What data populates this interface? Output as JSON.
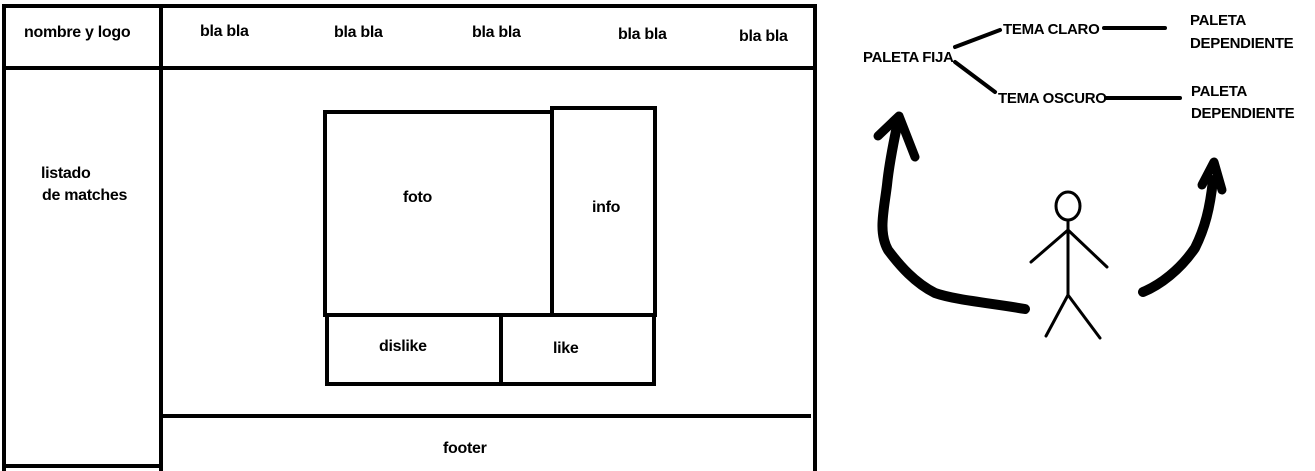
{
  "wireframe": {
    "logo_area": "nombre y logo",
    "nav_items": [
      "bla bla",
      "bla bla",
      "bla bla",
      "bla bla",
      "bla bla"
    ],
    "sidebar_label_line1": "listado",
    "sidebar_label_line2": "de matches",
    "photo_label": "foto",
    "info_label": "info",
    "dislike_label": "dislike",
    "like_label": "like",
    "footer_label": "footer"
  },
  "palette_diagram": {
    "root": "PALETA FIJA",
    "light_theme": "TEMA CLARO",
    "dark_theme": "TEMA OSCURO",
    "light_dep_line1": "PALETA",
    "light_dep_line2": "DEPENDIENTE",
    "dark_dep_line1": "PALETA",
    "dark_dep_line2": "DEPENDIENTE"
  },
  "colors": {
    "ink": "#000000",
    "paper": "#ffffff"
  }
}
